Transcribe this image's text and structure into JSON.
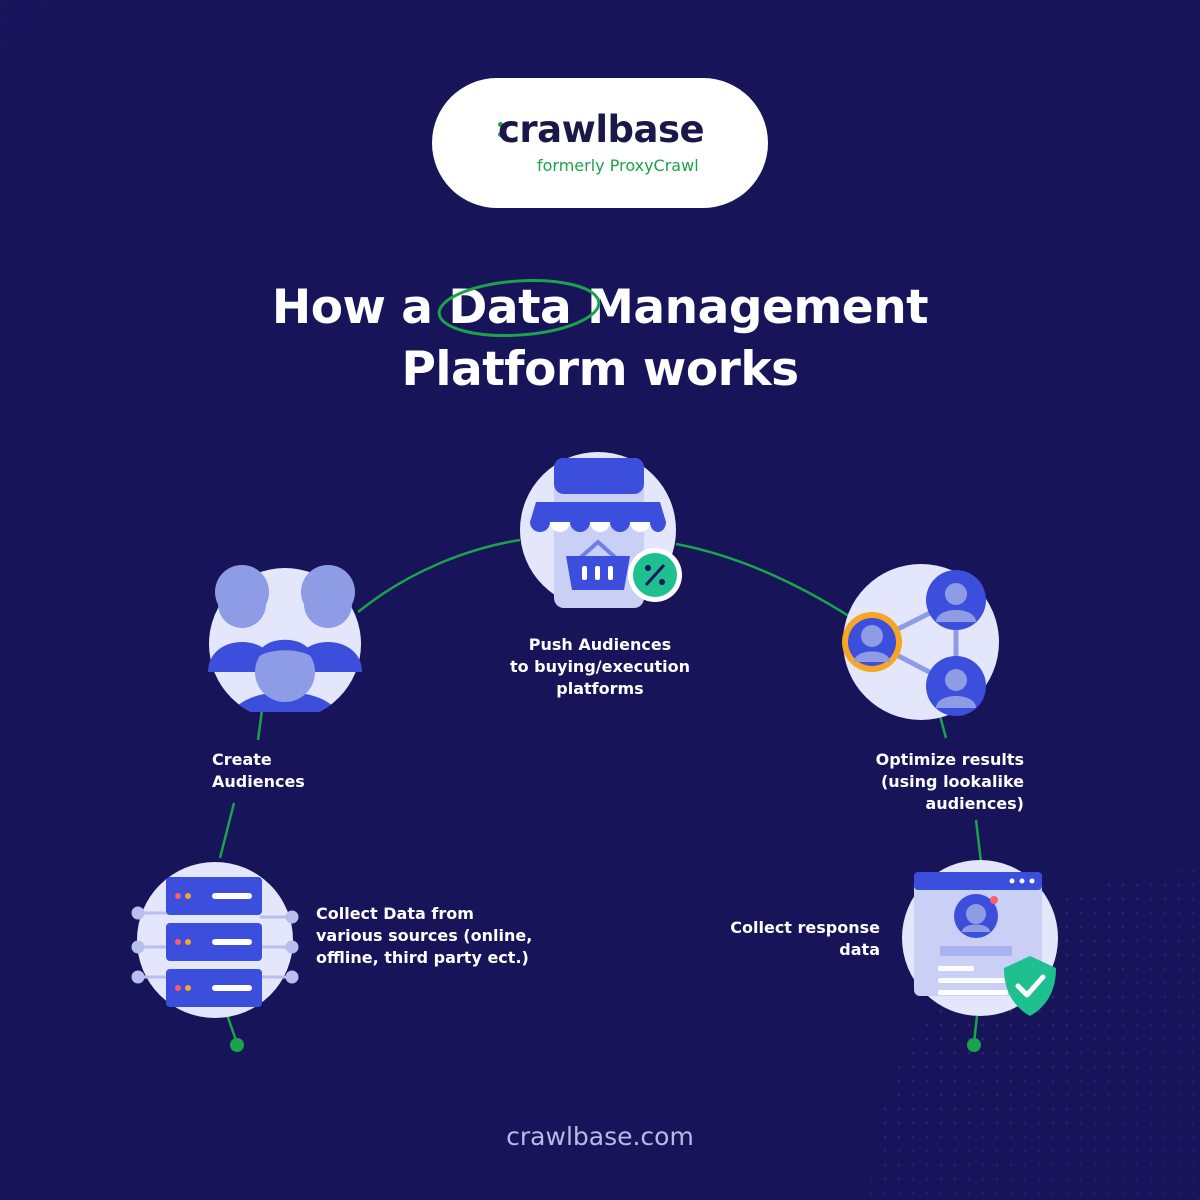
{
  "brand": {
    "logo_text": "crawlbase",
    "logo_subtitle": "formerly ProxyCrawl",
    "footer_url": "crawlbase.com"
  },
  "title": {
    "line1_before": "How a",
    "line1_highlight": "Data",
    "line1_after": "Management",
    "line2": "Platform works"
  },
  "steps": [
    {
      "icon": "server-icon",
      "label_lines": [
        "Collect Data from",
        "various sources (online,",
        "offline, third party ect.)"
      ]
    },
    {
      "icon": "people-group-icon",
      "label_lines": [
        "Create",
        "Audiences"
      ]
    },
    {
      "icon": "shop-basket-icon",
      "label_lines": [
        "Push Audiences",
        "to buying/execution",
        "platforms"
      ]
    },
    {
      "icon": "network-people-icon",
      "label_lines": [
        "Optimize results",
        "(using lookalike",
        "audiences)"
      ]
    },
    {
      "icon": "profile-shield-icon",
      "label_lines": [
        "Collect response",
        "data"
      ]
    }
  ],
  "colors": {
    "background": "#17145a",
    "accent_green": "#1aa34a",
    "icon_blue": "#3b4fdc",
    "icon_light": "#e4e7fb",
    "accent_orange": "#f5a623",
    "teal": "#1fc08f"
  }
}
